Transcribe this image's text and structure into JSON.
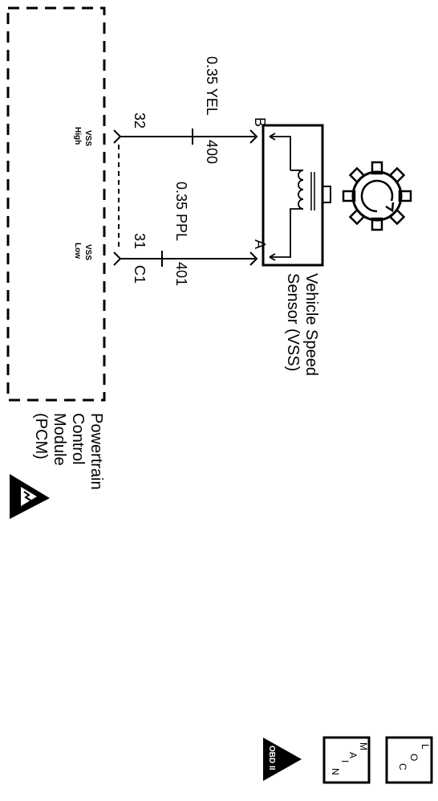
{
  "pcm": {
    "name_lines": [
      "Powertrain",
      "Control",
      "Module",
      "(PCM)"
    ],
    "connector": "C1",
    "pins": [
      {
        "number": "32",
        "label_lines": [
          "VSS",
          "High"
        ]
      },
      {
        "number": "31",
        "label_lines": [
          "VSS",
          "Low"
        ]
      }
    ]
  },
  "wires": [
    {
      "gauge_color": "0.35 YEL",
      "circuit": "400"
    },
    {
      "gauge_color": "0.35 PPL",
      "circuit": "401"
    }
  ],
  "sensor": {
    "name_lines": [
      "Vehicle Speed",
      "Sensor (VSS)"
    ],
    "terminals": [
      "B",
      "A"
    ]
  },
  "nav": {
    "obd_label": "OBD II",
    "main_letters": [
      "M",
      "A",
      "I",
      "N"
    ],
    "loc_letters": [
      "L",
      "O",
      "C"
    ]
  }
}
